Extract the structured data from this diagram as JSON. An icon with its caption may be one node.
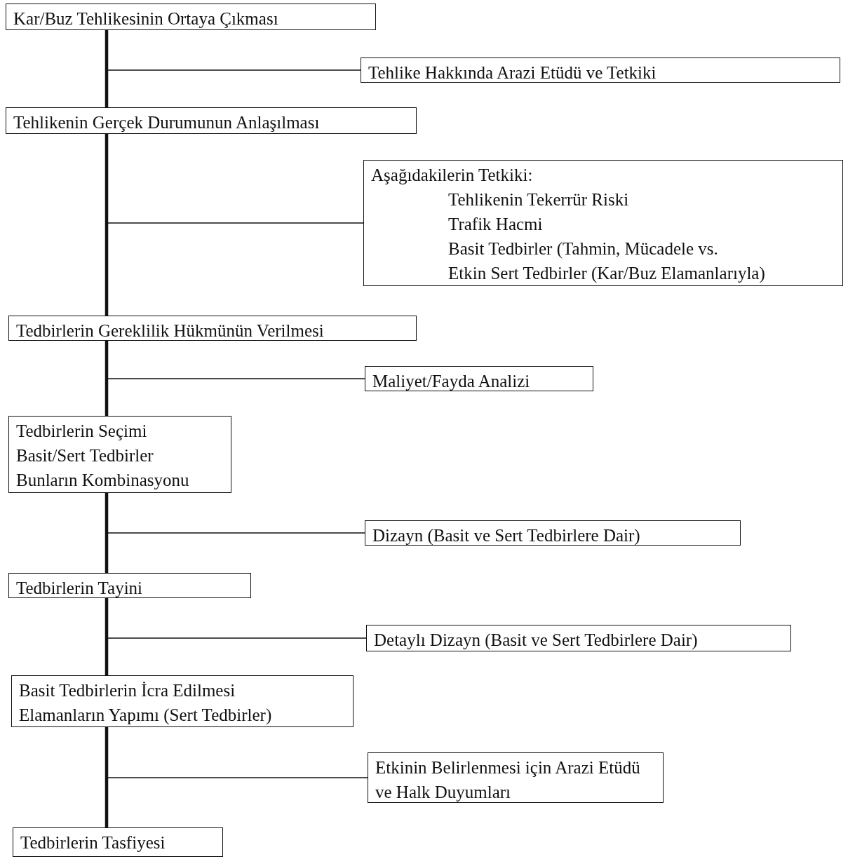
{
  "diagram": {
    "nodes": [
      {
        "text": [
          "Kar/Buz Tehlikesinin Ortaya Çıkması"
        ]
      },
      {
        "text": [
          "Tehlike Hakkında Arazi Etüdü ve Tetkiki"
        ]
      },
      {
        "text": [
          "Tehlikenin Gerçek Durumunun Anlaşılması"
        ]
      },
      {
        "text": [
          "Aşağıdakilerin Tetkiki:",
          "Tehlikenin Tekerrür Riski",
          "Trafik Hacmi",
          "Basit Tedbirler (Tahmin, Mücadele vs.",
          "Etkin Sert Tedbirler (Kar/Buz Elamanlarıyla)"
        ]
      },
      {
        "text": [
          "Tedbirlerin Gereklilik Hükmünün Verilmesi"
        ]
      },
      {
        "text": [
          "Maliyet/Fayda Analizi"
        ]
      },
      {
        "text": [
          "Tedbirlerin Seçimi",
          "Basit/Sert Tedbirler",
          "Bunların Kombinasyonu"
        ]
      },
      {
        "text": [
          "Dizayn (Basit ve Sert Tedbirlere Dair)"
        ]
      },
      {
        "text": [
          "Tedbirlerin Tayini"
        ]
      },
      {
        "text": [
          "Detaylı Dizayn (Basit ve Sert Tedbirlere Dair)"
        ]
      },
      {
        "text": [
          "Basit Tedbirlerin İcra Edilmesi",
          "Elamanların Yapımı (Sert Tedbirler)"
        ]
      },
      {
        "text": [
          "Etkinin Belirlenmesi için Arazi Etüdü ve Halk Duyumları"
        ]
      },
      {
        "text": [
          "Tedbirlerin Tasfiyesi"
        ]
      }
    ],
    "edges": [
      {
        "from": 0,
        "to": 2,
        "arrow": "none",
        "style": "thick"
      },
      {
        "from": 0,
        "to": 1,
        "arrow": "none"
      },
      {
        "from": 2,
        "to": 4,
        "arrow": "none",
        "style": "thick"
      },
      {
        "from": 2,
        "to": 3,
        "arrow": "none"
      },
      {
        "from": 4,
        "to": 6,
        "arrow": "none",
        "style": "thick"
      },
      {
        "from": 4,
        "to": 5,
        "arrow": "none"
      },
      {
        "from": 6,
        "to": 8,
        "arrow": "none",
        "style": "thick"
      },
      {
        "from": 6,
        "to": 7,
        "arrow": "none"
      },
      {
        "from": 8,
        "to": 10,
        "arrow": "none",
        "style": "thick"
      },
      {
        "from": 8,
        "to": 9,
        "arrow": "none"
      },
      {
        "from": 10,
        "to": 12,
        "arrow": "none",
        "style": "thick"
      },
      {
        "from": 10,
        "to": 11,
        "arrow": "none"
      }
    ]
  }
}
